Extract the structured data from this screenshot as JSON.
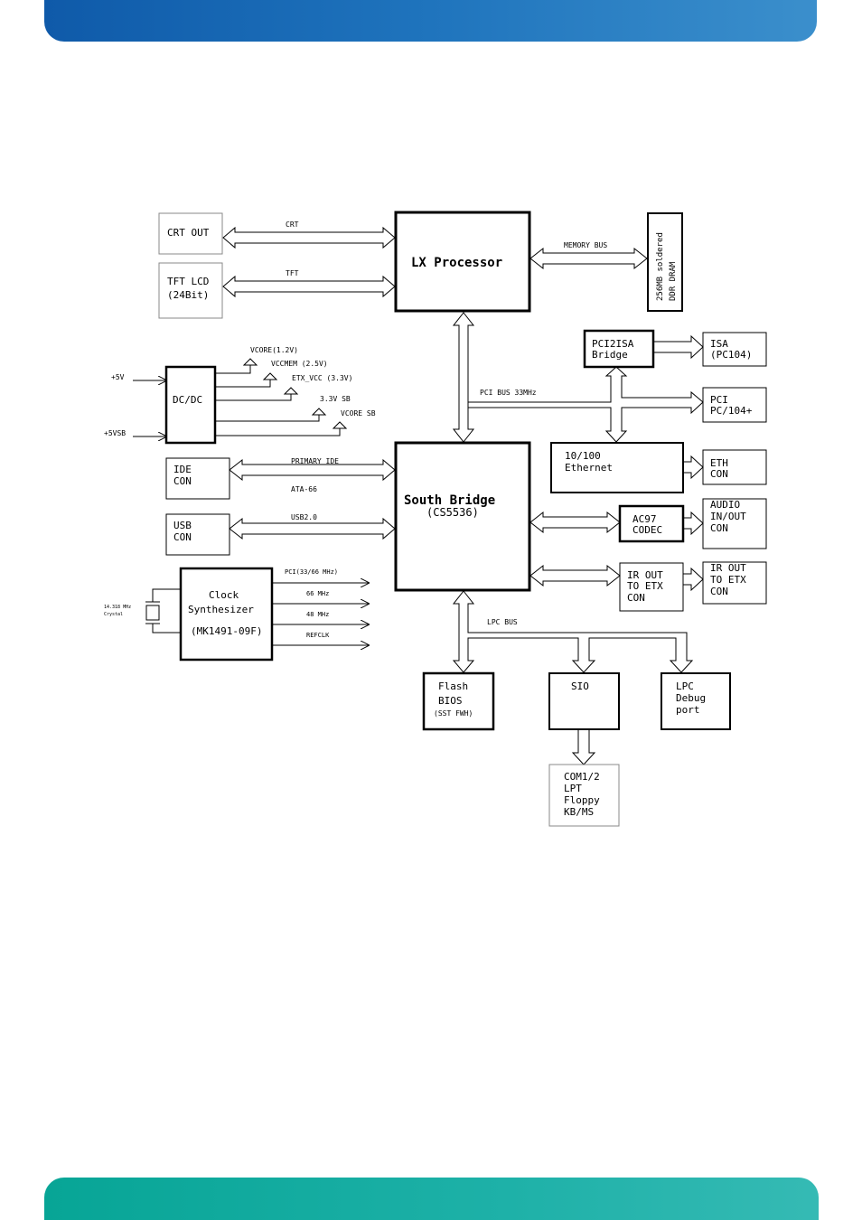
{
  "colors": {
    "header": "#1f6fb8",
    "footer": "#13ada1",
    "lines": "#000000"
  },
  "blocks": {
    "crt_out": "CRT OUT",
    "tft_lcd": [
      "TFT LCD",
      "(24Bit)"
    ],
    "lx": "LX Processor",
    "dram": [
      "256MB soldered",
      "DDR DRAM"
    ],
    "pci2isa": [
      "PCI2ISA",
      "Bridge"
    ],
    "isa": [
      "ISA",
      "(PC104)"
    ],
    "pci": [
      "PCI",
      "PC/104+"
    ],
    "dcdc": "DC/DC",
    "south": [
      "South Bridge",
      "(CS5536)"
    ],
    "eth": [
      "10/100",
      "Ethernet"
    ],
    "eth_con": [
      "ETH",
      "CON"
    ],
    "ide_con": [
      "IDE",
      "CON"
    ],
    "usb_con": [
      "USB",
      "CON"
    ],
    "ac97": [
      "AC97",
      "CODEC"
    ],
    "audio": [
      "AUDIO",
      "IN/OUT",
      "CON"
    ],
    "ir_out": [
      "IR OUT",
      "TO ETX",
      "CON"
    ],
    "ir_out2": [
      "IR OUT",
      "TO ETX",
      "CON"
    ],
    "clock": [
      "Clock",
      "Synthesizer",
      "(MK1491-09F)"
    ],
    "flash": [
      "Flash",
      "BIOS",
      "(SST FWH)"
    ],
    "sio": "SIO",
    "lpc_debug": [
      "LPC",
      "Debug",
      "port"
    ],
    "com": [
      "COM1/2",
      "LPT",
      "Floppy",
      "KB/MS"
    ]
  },
  "labels": {
    "crt": "CRT",
    "tft": "TFT",
    "memory_bus": "MEMORY BUS",
    "pci_bus": "PCI BUS 33MHz",
    "vcore": "VCORE(1.2V)",
    "vccmem": "VCCMEM (2.5V)",
    "etx_vcc": "ETX_VCC (3.3V)",
    "sb33": "3.3V SB",
    "vcore_sb": "VCORE SB",
    "plus5v": "+5V",
    "plus5vsb": "+5VSB",
    "primary_ide": "PRIMARY IDE",
    "ata66": "ATA-66",
    "usb20": "USB2.0",
    "pci_clk": "PCI(33/66 MHz)",
    "mhz66": "66 MHz",
    "mhz48": "48 MHz",
    "refclk": "REFCLK",
    "crystal": [
      "14.318 MHz",
      "Crystal"
    ],
    "lpc_bus": "LPC BUS"
  }
}
